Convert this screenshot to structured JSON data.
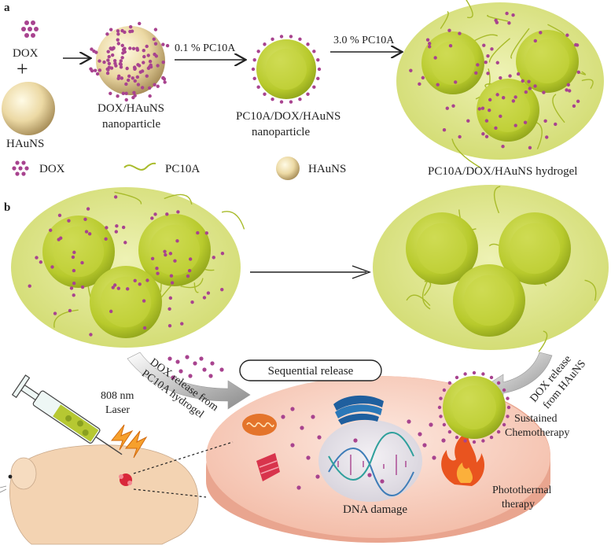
{
  "panel_a": {
    "label": "a",
    "dox": "DOX",
    "plus": "+",
    "hauns": "HAuNS",
    "particle1": [
      "DOX/HAuNS",
      "nanoparticle"
    ],
    "step1": "0.1 % PC10A",
    "particle2": [
      "PC10A/DOX/HAuNS",
      "nanoparticle"
    ],
    "step2": "3.0 % PC10A",
    "legend_dox": "DOX",
    "legend_pc": "PC10A",
    "legend_hauns": "HAuNS",
    "hydrogel": "PC10A/DOX/HAuNS hydrogel"
  },
  "panel_b": {
    "label": "b",
    "sequential": "Sequential release",
    "release_left": [
      "DOX release from",
      "PC10A hydrogel"
    ],
    "release_right": [
      "DOX release",
      "from HAuNS"
    ],
    "laser": [
      "808 nm",
      "Laser"
    ],
    "sustained": [
      "Sustained",
      "Chemotherapy"
    ],
    "photothermal": [
      "Photothermal",
      "therapy"
    ],
    "dna": "DNA damage"
  },
  "colors": {
    "gel": "#dfe68a",
    "sphere": "#b9cc2c",
    "dox": "#a8438f",
    "gold": "#e7d6a3",
    "tissue": "#f6cbb8",
    "mouse": "#f3d3b2"
  }
}
